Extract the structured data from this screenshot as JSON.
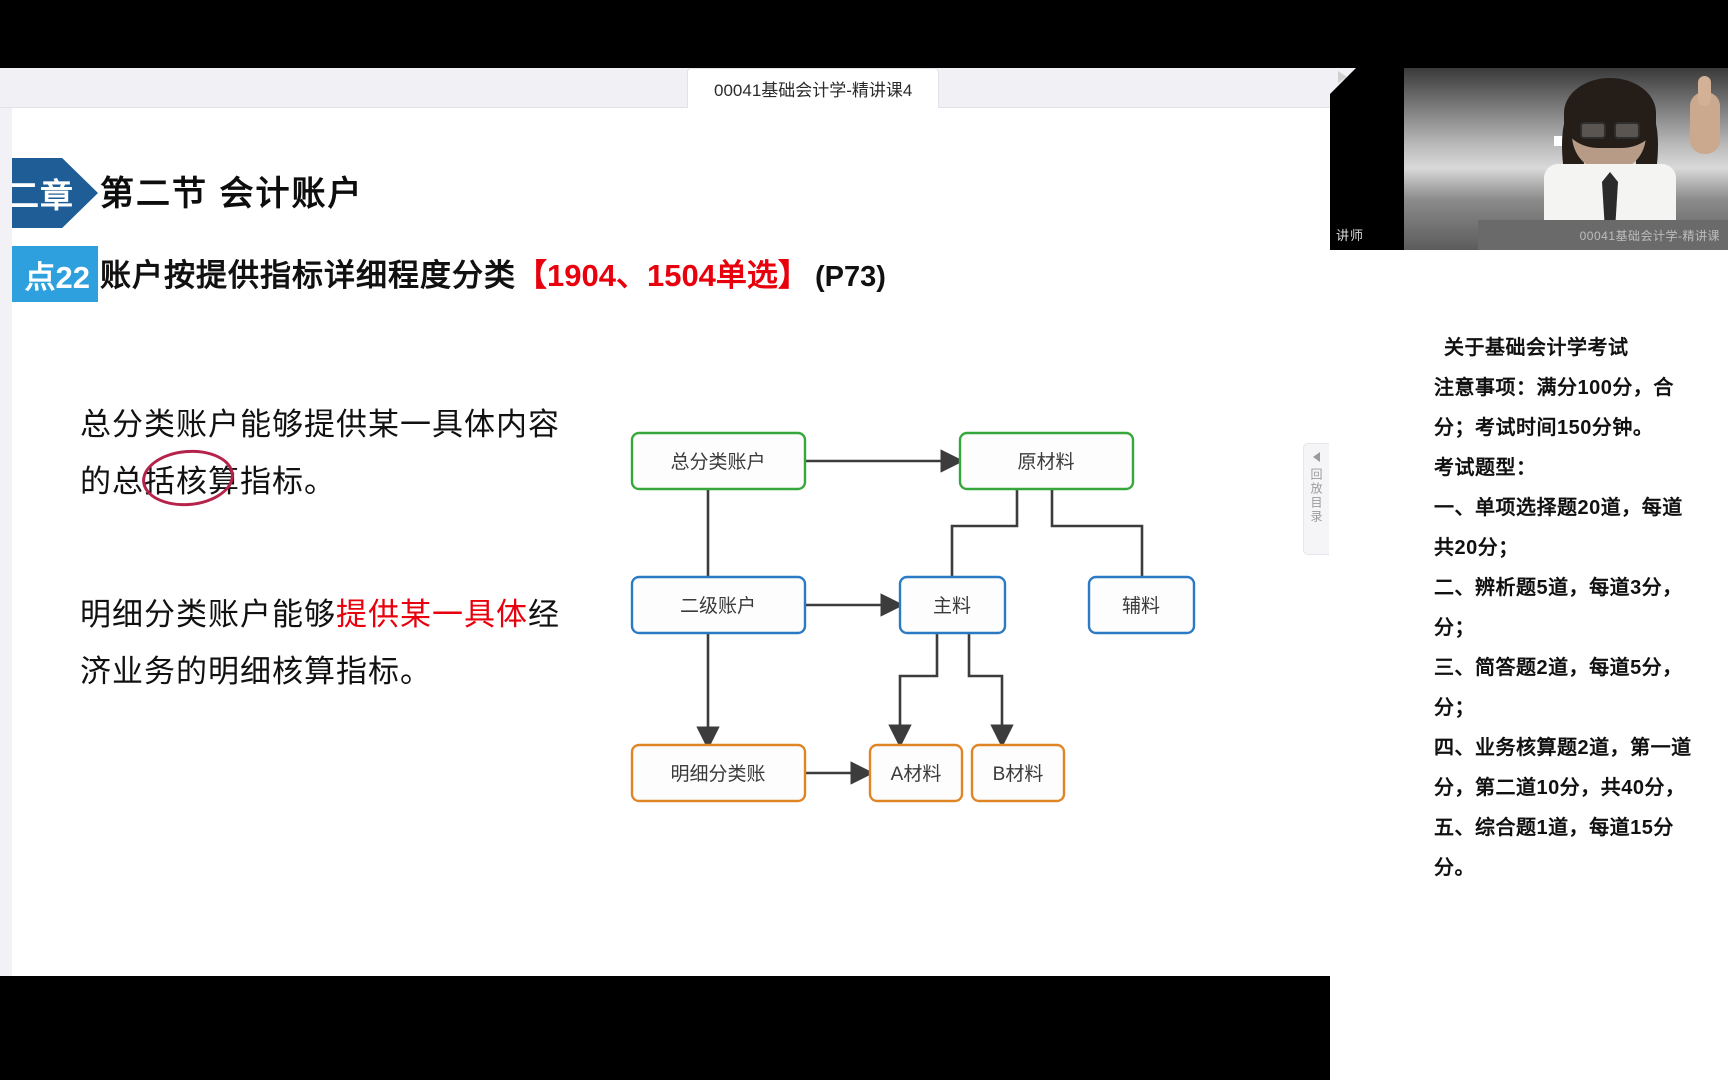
{
  "window": {
    "doc_tab_label": "00041基础会计学-精讲课4"
  },
  "slide": {
    "chapter_badge": "二章",
    "section_title": "第二节  会计账户",
    "point_badge": "点22",
    "point_title_black": "账户按提供指标详细程度分类",
    "point_title_red": "【1904、1504单选】",
    "point_title_page": "(P73)",
    "paragraph_1_a": "总分类账户能够提供某一具体内容的",
    "paragraph_1_b": "总括",
    "paragraph_1_c": "核算指标。",
    "paragraph_2_a": "明细分类账户能够",
    "paragraph_2_b": "提供某一具体",
    "paragraph_2_c": "经济业务的明细核算指标。"
  },
  "diagram": {
    "type": "flowchart",
    "nodes": [
      {
        "id": "n1",
        "label": "总分类账户",
        "color": "#36a83b",
        "row": 1,
        "col": 1
      },
      {
        "id": "n2",
        "label": "原材料",
        "color": "#36a83b",
        "row": 1,
        "col": 2
      },
      {
        "id": "n3",
        "label": "二级账户",
        "color": "#2a7ac4",
        "row": 2,
        "col": 1
      },
      {
        "id": "n4",
        "label": "主料",
        "color": "#2a7ac4",
        "row": 2,
        "col": 2
      },
      {
        "id": "n5",
        "label": "辅料",
        "color": "#2a7ac4",
        "row": 2,
        "col": 3
      },
      {
        "id": "n6",
        "label": "明细分类账",
        "color": "#e08526",
        "row": 3,
        "col": 1
      },
      {
        "id": "n7",
        "label": "A材料",
        "color": "#e08526",
        "row": 3,
        "col": 2
      },
      {
        "id": "n8",
        "label": "B材料",
        "color": "#e08526",
        "row": 3,
        "col": 3
      }
    ],
    "edges": [
      {
        "from": "n1",
        "to": "n2"
      },
      {
        "from": "n1",
        "to": "n3"
      },
      {
        "from": "n2",
        "to": "n4"
      },
      {
        "from": "n2",
        "to": "n5"
      },
      {
        "from": "n3",
        "to": "n4"
      },
      {
        "from": "n3",
        "to": "n6"
      },
      {
        "from": "n4",
        "to": "n7"
      },
      {
        "from": "n4",
        "to": "n8"
      },
      {
        "from": "n6",
        "to": "n7"
      }
    ],
    "edge_color": "#3c3c3c"
  },
  "video": {
    "role_label": "讲师",
    "watermark": "00041基础会计学-精讲课"
  },
  "notes": {
    "lines": [
      "关于基础会计学考试",
      "注意事项：满分100分，合",
      "分；考试时间150分钟。",
      "考试题型：",
      "一、单项选择题20道，每道",
      "共20分；",
      "二、辨析题5道，每道3分，",
      "分；",
      "三、简答题2道，每道5分，",
      "分；",
      "四、业务核算题2道，第一道",
      "分，第二道10分，共40分，",
      "五、综合题1道，每道15分",
      "分。"
    ]
  },
  "pull_tab": {
    "label": "回放目录"
  }
}
